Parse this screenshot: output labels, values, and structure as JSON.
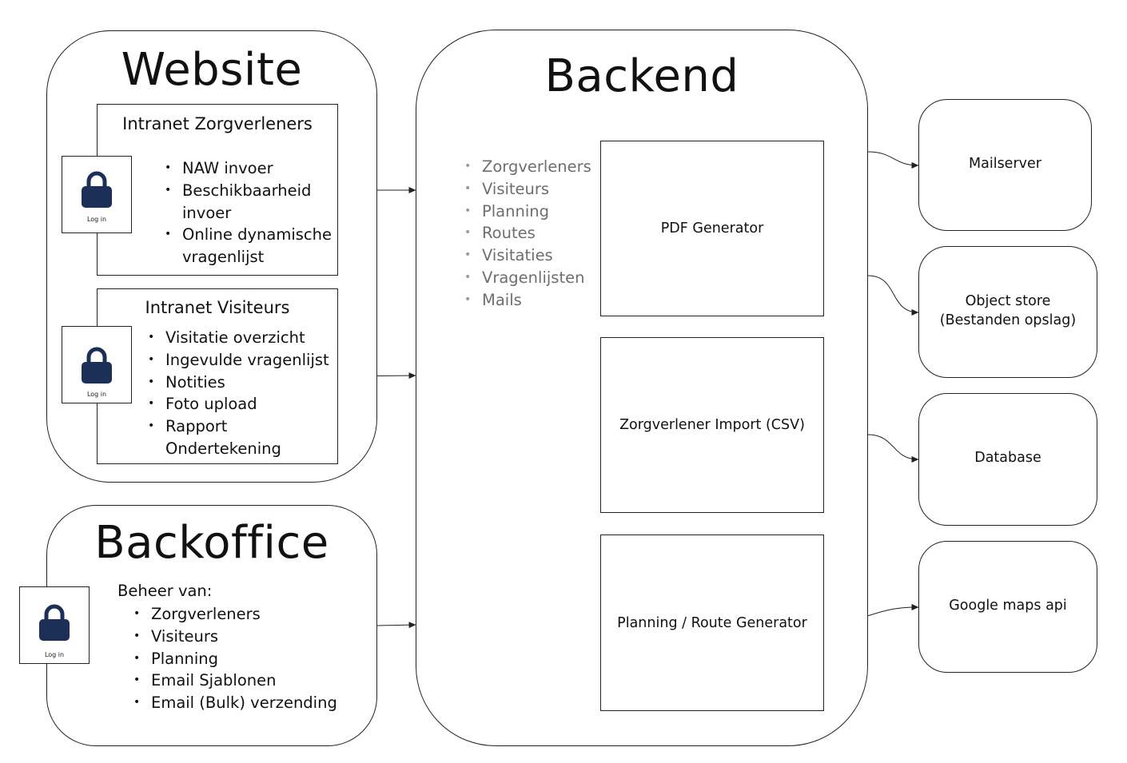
{
  "website": {
    "title": "Website",
    "zorgverleners": {
      "title": "Intranet Zorgverleners",
      "items": [
        "NAW invoer",
        "Beschikbaarheid invoer",
        "Online dynamische vragenlijst"
      ],
      "login_caption": "Log in",
      "login_icon": "lock-icon"
    },
    "visiteurs": {
      "title": "Intranet Visiteurs",
      "items": [
        "Visitatie overzicht",
        "Ingevulde vragenlijst",
        "Notities",
        "Foto upload",
        "Rapport Ondertekening"
      ],
      "login_caption": "Log in",
      "login_icon": "lock-icon"
    }
  },
  "backoffice": {
    "title": "Backoffice",
    "intro": "Beheer van:",
    "items": [
      "Zorgverleners",
      "Visiteurs",
      "Planning",
      "Email Sjablonen",
      "Email (Bulk) verzending"
    ],
    "login_caption": "Log in",
    "login_icon": "lock-icon"
  },
  "backend": {
    "title": "Backend",
    "entities": [
      "Zorgverleners",
      "Visiteurs",
      "Planning",
      "Routes",
      "Visitaties",
      "Vragenlijsten",
      "Mails"
    ],
    "modules": [
      "PDF Generator",
      "Zorgverlener Import (CSV)",
      "Planning / Route Generator"
    ]
  },
  "services": {
    "mailserver": "Mailserver",
    "object_store_line1": "Object store",
    "object_store_line2": "(Bestanden opslag)",
    "database": "Database",
    "google_maps": "Google maps api"
  },
  "colors": {
    "lock": "#1b2f57",
    "stroke": "#222222",
    "muted_text": "#6e6e6e"
  }
}
